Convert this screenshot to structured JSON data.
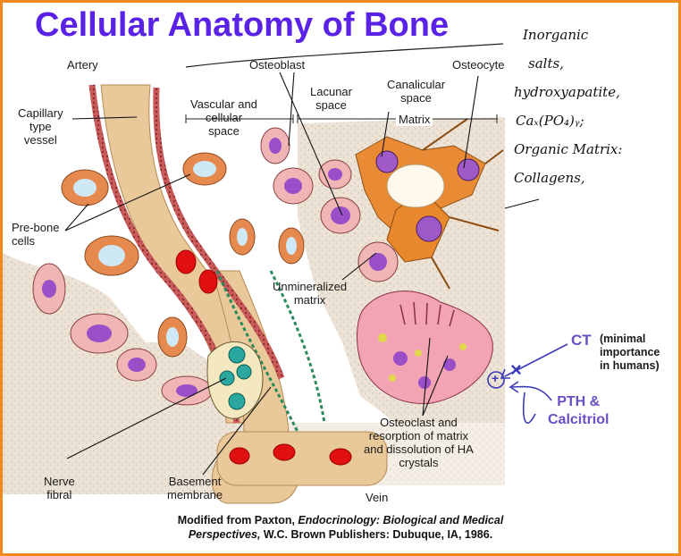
{
  "title": "Cellular Anatomy of Bone",
  "labels": {
    "artery": "Artery",
    "osteoblast": "Osteoblast",
    "osteocyte": "Osteocyte",
    "capillary": [
      "Capillary",
      "type",
      "vessel"
    ],
    "vascular": [
      "Vascular and",
      "cellular",
      "space"
    ],
    "lacunar": [
      "Lacunar",
      "space"
    ],
    "canalicular": [
      "Canalicular",
      "space"
    ],
    "matrix": "Matrix",
    "prebone": [
      "Pre-bone",
      "cells"
    ],
    "unmineralized": [
      "Unmineralized",
      "matrix"
    ],
    "osteoclast": [
      "Osteoclast and",
      "resorption of matrix",
      "and dissolution of HA",
      "crystals"
    ],
    "nerve": [
      "Nerve",
      "fibral"
    ],
    "basement": [
      "Basement",
      "membrane"
    ],
    "vein": "Vein"
  },
  "handwritten": [
    "Inorganic",
    "salts,",
    "hydroxyapatite,",
    "Caₓ(PO₄)ᵧ;",
    "Organic Matrix:",
    "Collagens,"
  ],
  "regulators": {
    "ct": "CT",
    "ct_note": [
      "(minimal",
      "importance",
      "in humans)"
    ],
    "pth": [
      "PTH &",
      "Calcitriol"
    ],
    "plus": "+",
    "cross": "×"
  },
  "citation": {
    "pre": "Modified from Paxton, ",
    "italic": "Endocrinology: Biological and Medical",
    "italic2": "Perspectives,",
    "post": " W.C. Brown Publishers: Dubuque, IA, 1986."
  },
  "colors": {
    "frame": "#f08a1e",
    "title": "#5a22e6",
    "vessel": "#e9c99a",
    "bone": "#eadfcf",
    "osteocyte": "#e8872c",
    "nucleus": "#a05ac8",
    "prebone": "#e6894e",
    "blood": "#e01010",
    "osteoclast": "#f2a3b4",
    "regulator": "#6a4fc4"
  }
}
